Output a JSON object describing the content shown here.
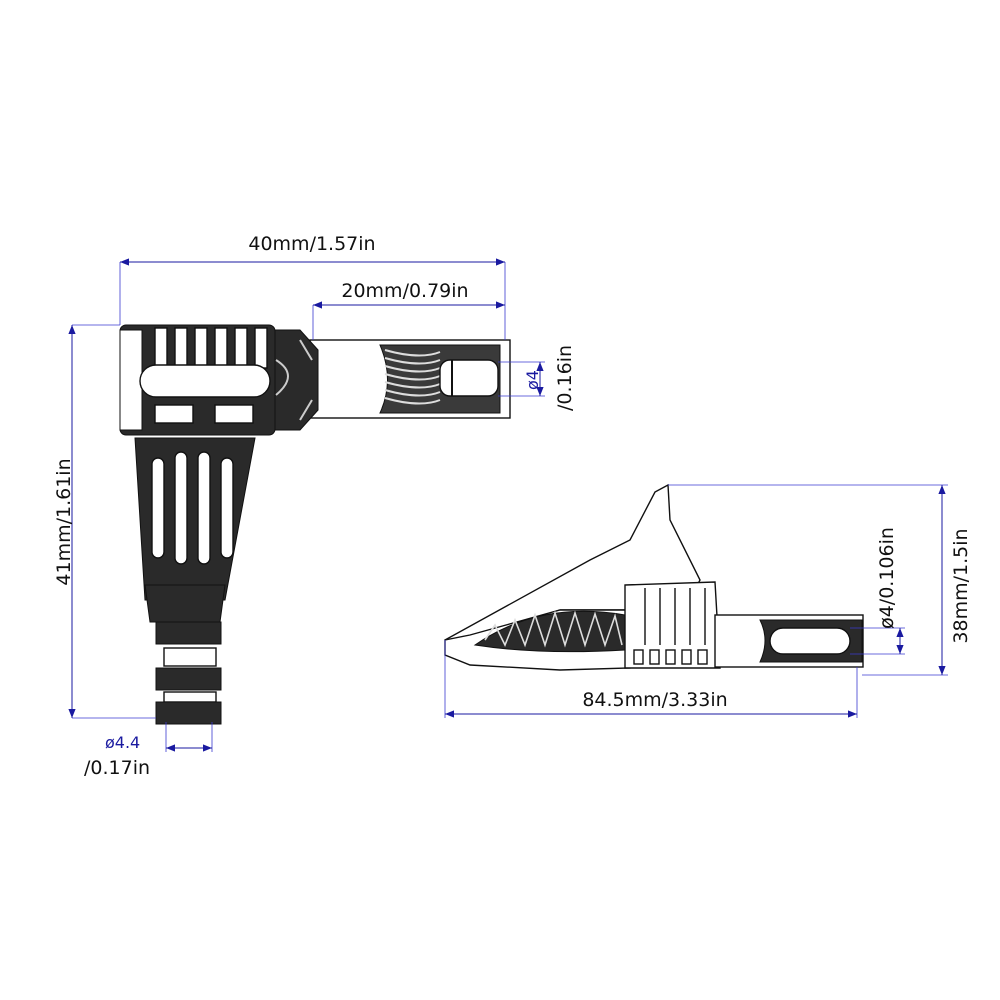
{
  "plug": {
    "width_label": "40mm/1.57in",
    "pin_length_label": "20mm/0.79in",
    "pin_dia_symbol": "ø4",
    "pin_dia_inch": "/0.16in",
    "height_label": "41mm/1.61in",
    "cable_dia_symbol": "ø4.4",
    "cable_dia_inch": "/0.17in"
  },
  "clip": {
    "length_label": "84.5mm/3.33in",
    "socket_dia_label": "ø4/0.106in",
    "height_label": "38mm/1.5in"
  }
}
